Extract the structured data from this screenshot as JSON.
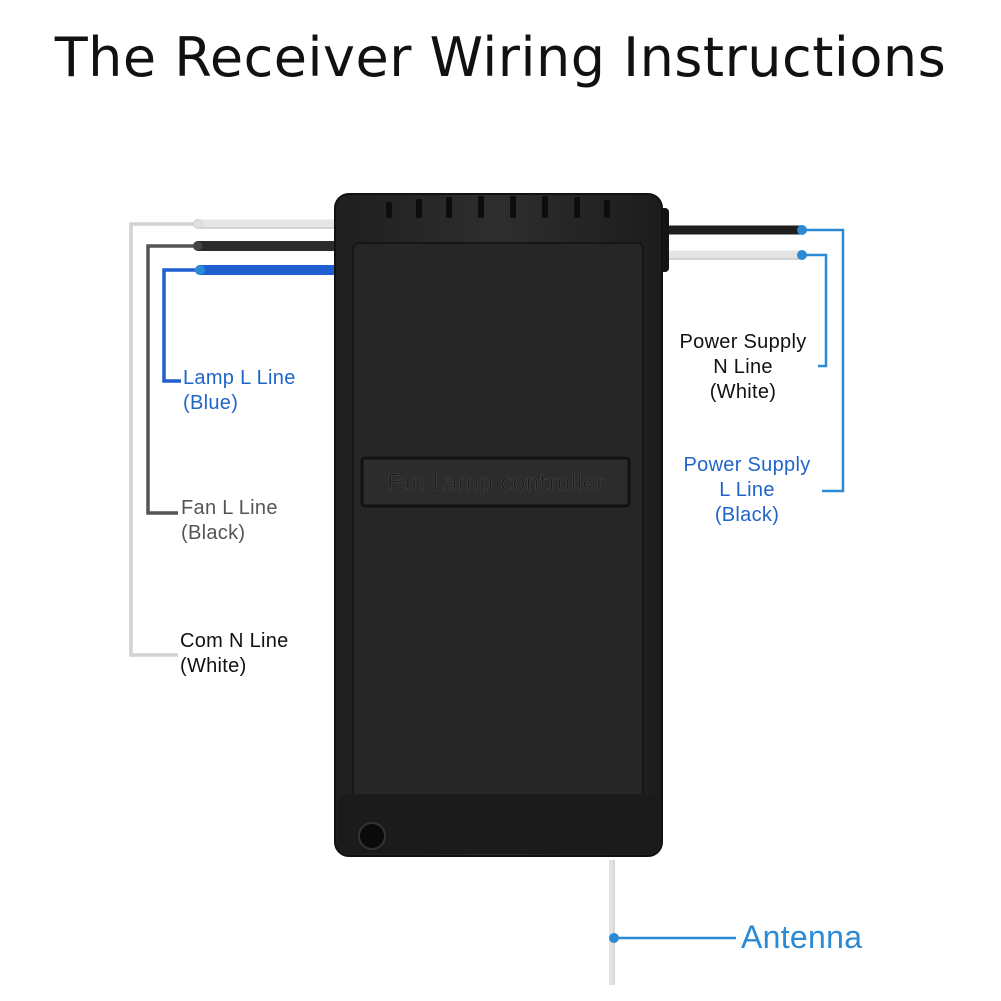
{
  "title": "The Receiver Wiring Instructions",
  "device": {
    "label": "Fan Lamp controller"
  },
  "labels": {
    "lamp_l": {
      "line1": "Lamp L Line",
      "line2": "(Blue)"
    },
    "fan_l": {
      "line1": "Fan L Line",
      "line2": "(Black)"
    },
    "com_n": {
      "line1": "Com N Line",
      "line2": "(White)"
    },
    "power_n": {
      "line1": "Power Supply",
      "line2": "N Line",
      "line3": "(White)"
    },
    "power_l": {
      "line1": "Power Supply",
      "line2": "L Line",
      "line3": "(Black)"
    },
    "antenna": "Antenna"
  },
  "colors": {
    "blue": "#1f64c8",
    "black": "#111111",
    "white_wire": "#d8d8d8",
    "callout": "#2a8ad6",
    "gray": "#666666",
    "body": "#2a2a2a"
  }
}
